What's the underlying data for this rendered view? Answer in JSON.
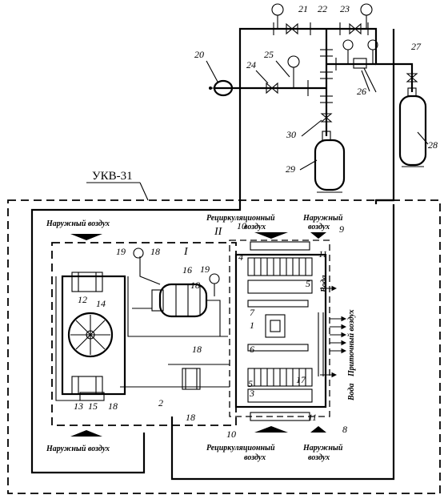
{
  "unit_label": "УКВ-31",
  "air": {
    "outdoor_top_left": "Наружный воздух",
    "recirc_top_1": "Рециркуляционный",
    "recirc_top_2": "воздух",
    "outdoor_top_right_1": "Наружный",
    "outdoor_top_right_2": "воздух",
    "outdoor_bottom_left": "Наружный воздух",
    "recirc_bottom_1": "Рециркуляционный",
    "recirc_bottom_2": "воздух",
    "outdoor_bottom_right_1": "Наружный",
    "outdoor_bottom_right_2": "воздух",
    "water_top": "Вода",
    "water_bottom": "Вода",
    "supply_air": "Приточный воздух"
  },
  "zones": {
    "zone_1": "I",
    "zone_2": "II"
  },
  "callouts": {
    "n1": "1",
    "n2": "2",
    "n3": "3",
    "n4": "4",
    "n5a": "5",
    "n5b": "5",
    "n6": "6",
    "n7": "7",
    "n8": "8",
    "n9": "9",
    "n10a": "10",
    "n10b": "10",
    "n11a": "11",
    "n11b": "11",
    "n12": "12",
    "n13": "13",
    "n14": "14",
    "n15": "15",
    "n16": "16",
    "n17": "17",
    "n18a": "18",
    "n18b": "18",
    "n18c": "18",
    "n18d": "18",
    "n18e": "18",
    "n19a": "19",
    "n19b": "19",
    "n20": "20",
    "n21": "21",
    "n22": "22",
    "n23": "23",
    "n24": "24",
    "n25": "25",
    "n26": "26",
    "n27": "27",
    "n28": "28",
    "n29": "29",
    "n30": "30"
  }
}
